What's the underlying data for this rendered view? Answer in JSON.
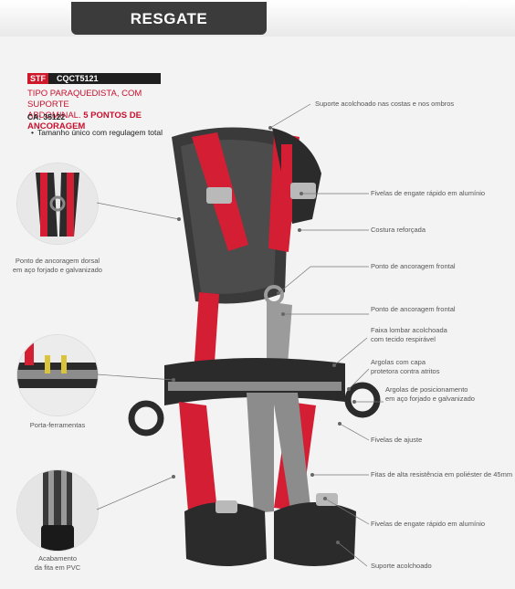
{
  "header": {
    "title": "RESGATE"
  },
  "product": {
    "stf": "STF",
    "code": "CQCT5121",
    "desc_line1": "TIPO PARAQUEDISTA, COM SUPORTE",
    "desc_line2_a": "ABDOMINAL.",
    "desc_line2_b": "5 PONTOS DE ANCORAGEM",
    "ca": "CA: 35122",
    "bullet": "Tamanho único com regulagem total"
  },
  "callouts": [
    "Suporte acolchoado nas costas e nos ombros",
    "Fivelas de engate rápido em alumínio",
    "Costura reforçada",
    "Ponto de ancoragem frontal",
    "Ponto de ancoragem frontal",
    "Faixa lombar acolchoada",
    "com tecido respirável",
    "Argolas com capa",
    "protetora contra atritos",
    "Argolas de posicionamento",
    "em aço forjado e galvanizado",
    "Fivelas de ajuste",
    "Fitas de alta resistência em poliéster de 45mm",
    "Fivelas de engate rápido em alumínio",
    "Suporte acolchoado"
  ],
  "details": {
    "dorsal_line1": "Ponto de ancoragem dorsal",
    "dorsal_line2": "em aço forjado e galvanizado",
    "toolholder": "Porta-ferramentas",
    "pvc_line1": "Acabamento",
    "pvc_line2": "da fita em PVC"
  },
  "colors": {
    "brand_red": "#c8102e",
    "strap_red": "#d41e33",
    "dark": "#2b2b2b",
    "gray_strap": "#8c8c8c"
  }
}
